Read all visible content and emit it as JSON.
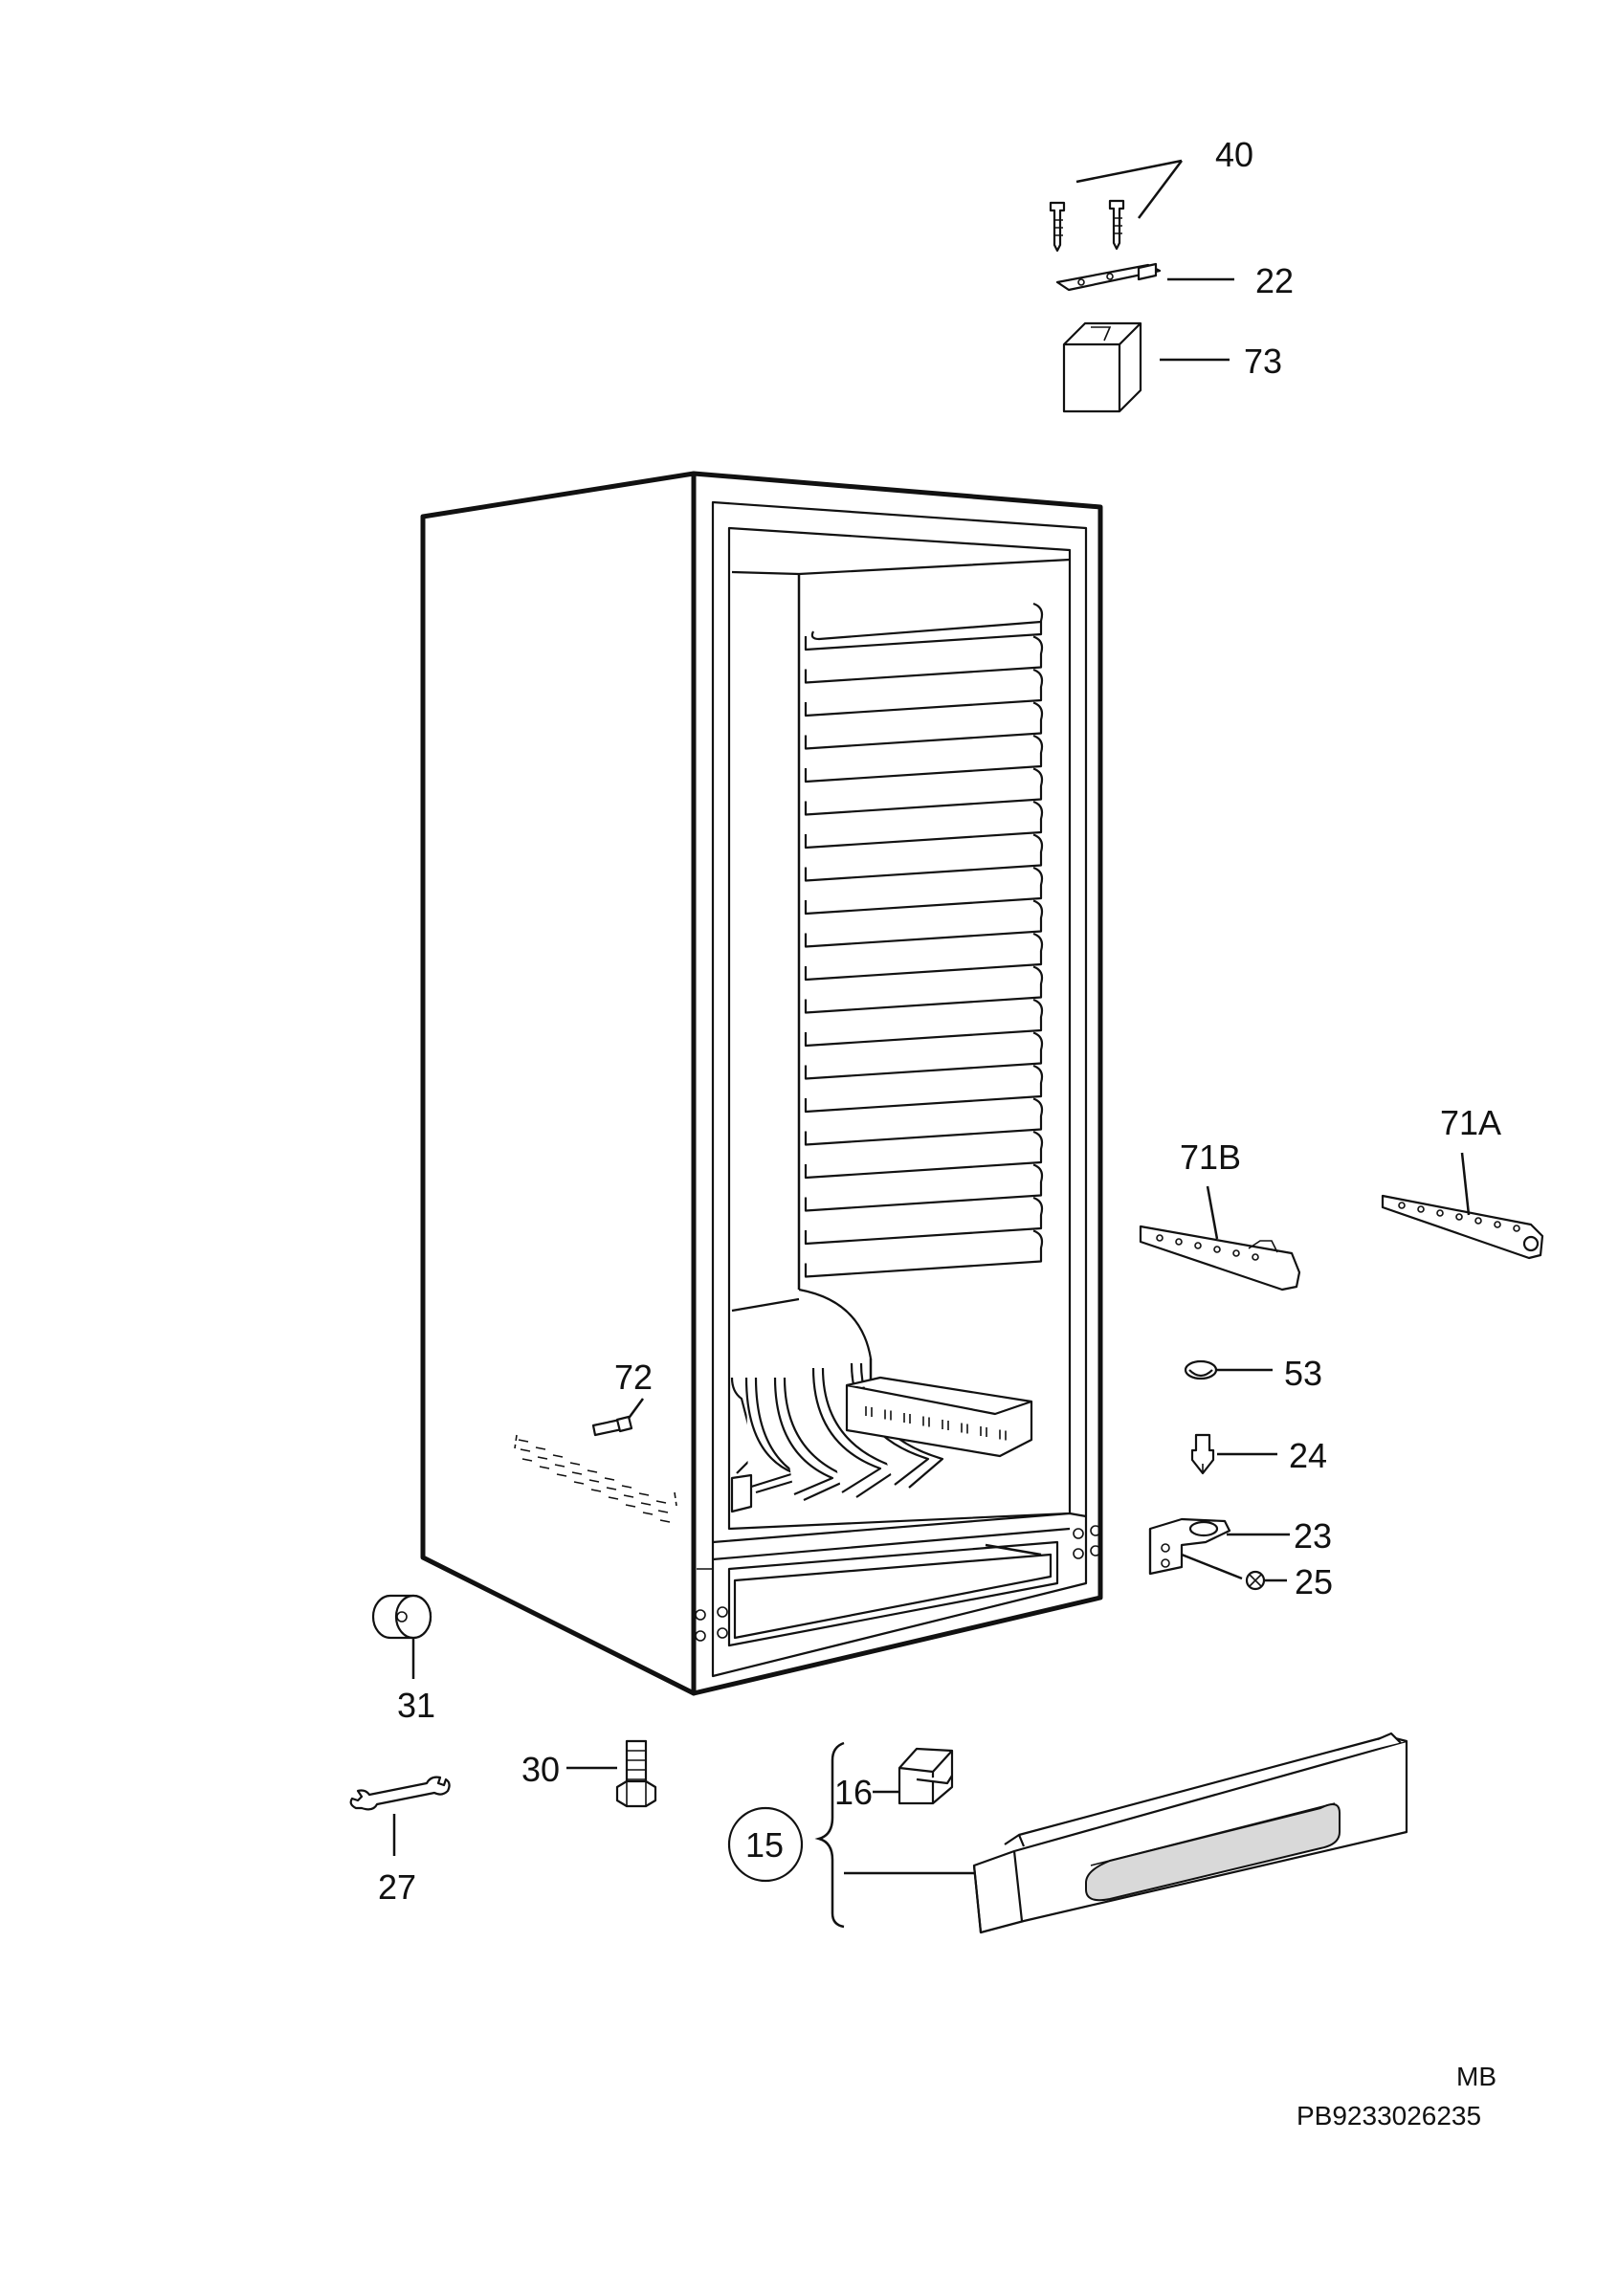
{
  "callouts": {
    "c40": "40",
    "c22": "22",
    "c73": "73",
    "c71A": "71A",
    "c71B": "71B",
    "c72": "72",
    "c53": "53",
    "c24": "24",
    "c23": "23",
    "c25": "25",
    "c31": "31",
    "c30": "30",
    "c16": "16",
    "c15": "15",
    "c27": "27"
  },
  "footer": {
    "variant": "MB",
    "code": "PB9233026235"
  }
}
